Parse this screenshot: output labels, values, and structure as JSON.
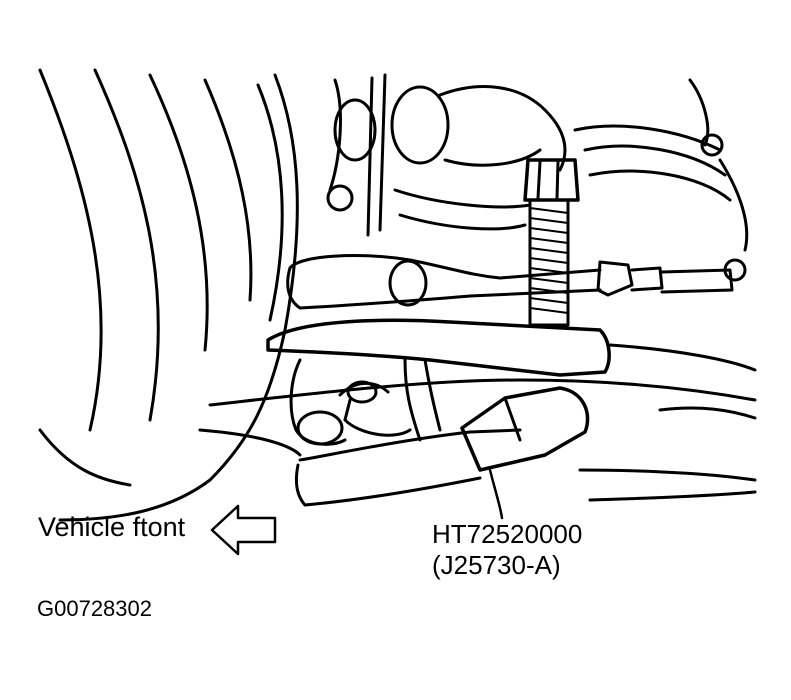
{
  "labels": {
    "vehicle_front": "Vehicle ftont",
    "tool_number": "HT72520000",
    "tool_alt_number": "(J25730-A)",
    "figure_id": "G00728302"
  },
  "colors": {
    "line": "#000000",
    "background": "#ffffff"
  },
  "icons": {
    "front_arrow": "arrow-left-outline-icon"
  }
}
